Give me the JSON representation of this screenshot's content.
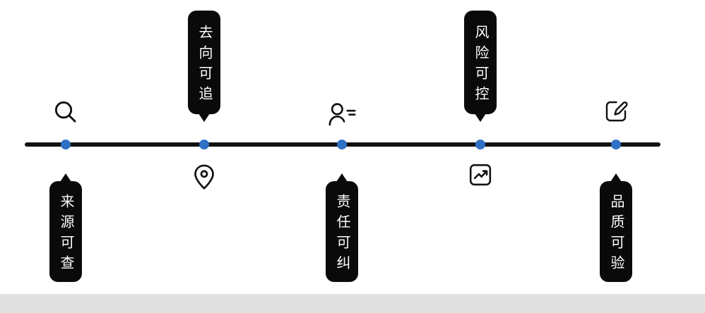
{
  "timeline": {
    "line_color": "#111111",
    "dot_color": "#2e70c2",
    "tag_background": "#0a0a0a",
    "tag_text_color": "#ffffff",
    "footer_bar_color": "#e0e0e0",
    "nodes": [
      {
        "label": "来源可查",
        "icon": "search-icon",
        "icon_position": "above-line",
        "label_position": "below-line"
      },
      {
        "label": "去向可追",
        "icon": "location-pin-icon",
        "icon_position": "below-line",
        "label_position": "above-line"
      },
      {
        "label": "责任可纠",
        "icon": "user-list-icon",
        "icon_position": "above-line",
        "label_position": "below-line"
      },
      {
        "label": "风险可控",
        "icon": "line-chart-icon",
        "icon_position": "below-line",
        "label_position": "above-line"
      },
      {
        "label": "品质可验",
        "icon": "edit-square-icon",
        "icon_position": "above-line",
        "label_position": "below-line"
      }
    ]
  }
}
